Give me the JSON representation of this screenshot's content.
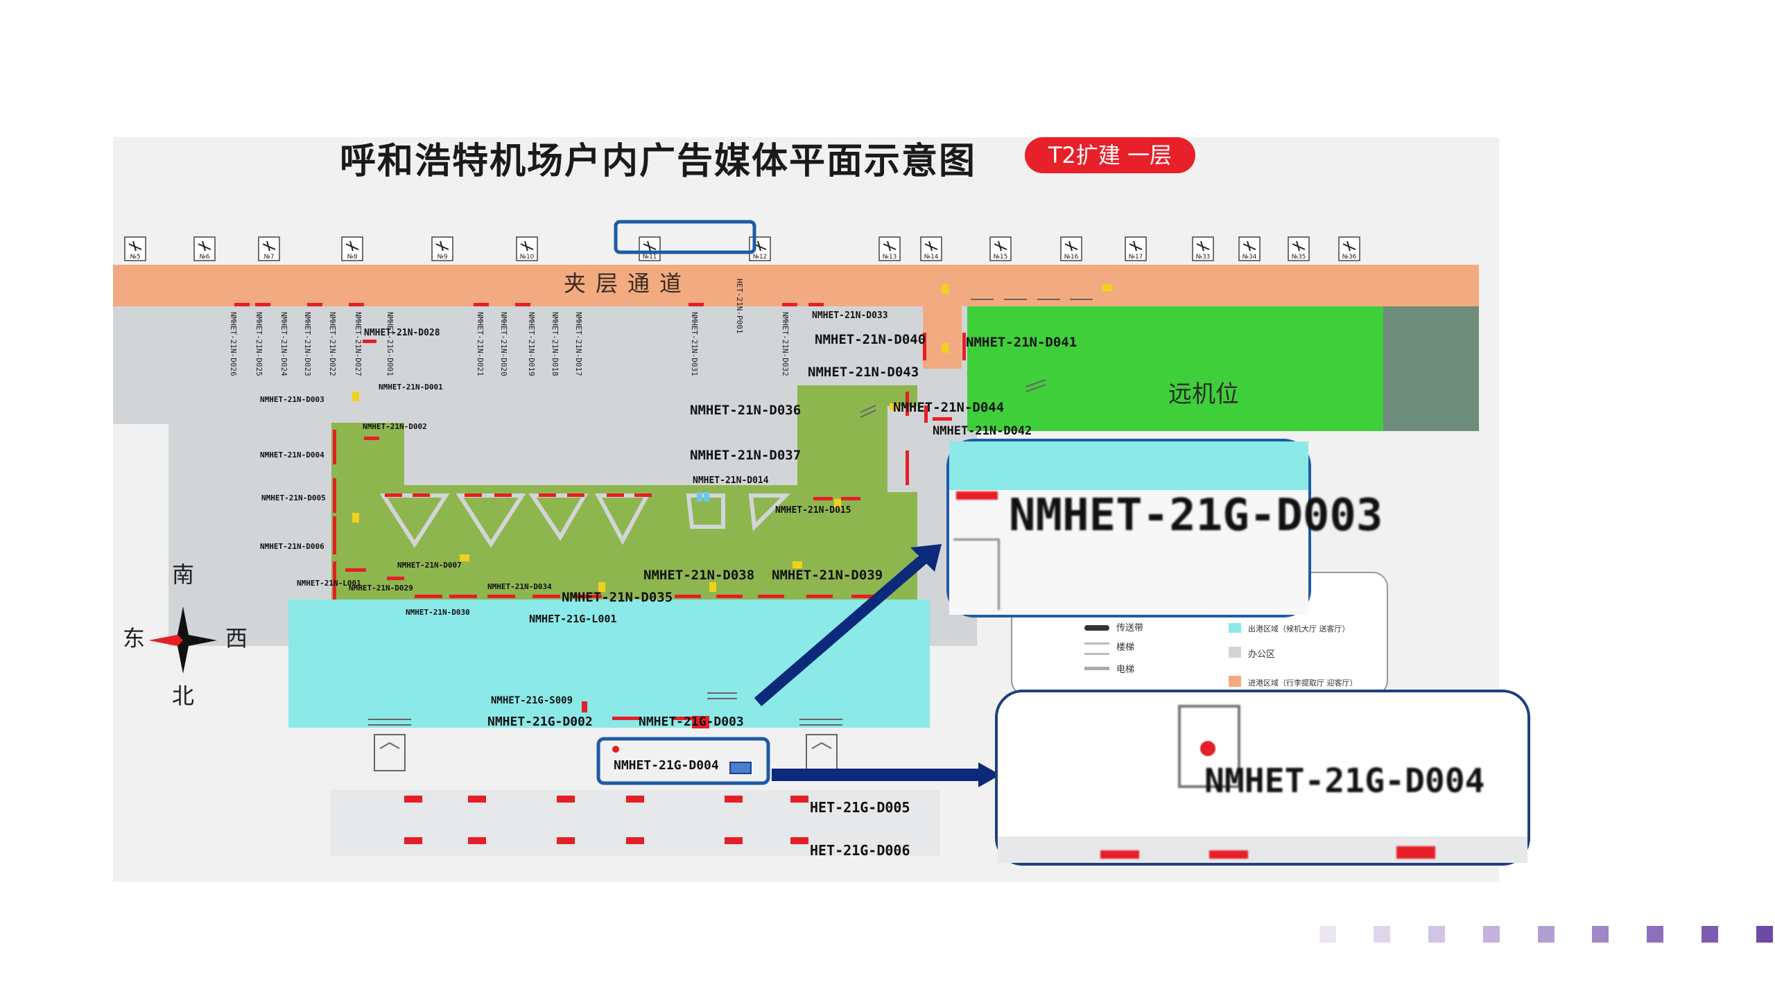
{
  "slide": {
    "title": "呼和浩特机场户内广告媒体平面示意图",
    "badge": "T2扩建 一层",
    "corridor_label": "夹层通道",
    "remote_stand_label": "远机位",
    "compass": {
      "south": "南",
      "east": "东",
      "west": "西",
      "north": "北"
    },
    "gates": [
      "№5",
      "№6",
      "№7",
      "№8",
      "№9",
      "№10",
      "№11",
      "№12",
      "№13",
      "№14",
      "№15",
      "№16",
      "№17",
      "№33",
      "№34",
      "№35",
      "№36"
    ],
    "labels": {
      "d033": "NMHET-21N-D033",
      "d040": "NMHET-21N-D040",
      "d041": "NMHET-21N-D041",
      "d043": "NMHET-21N-D043",
      "d044": "NMHET-21N-D044",
      "d042": "NMHET-21N-D042",
      "d036": "NMHET-21N-D036",
      "d037": "NMHET-21N-D037",
      "d014": "NMHET-21N-D014",
      "d015": "NMHET-21N-D015",
      "d038": "NMHET-21N-D038",
      "d039": "NMHET-21N-D039",
      "d035": "NMHET-21N-D035",
      "l001g": "NMHET-21G-L001",
      "d028": "NMHET-21N-D028",
      "d001": "NMHET-21N-D001",
      "d002": "NMHET-21N-D002",
      "d003n": "NMHET-21N-D003",
      "d004n": "NMHET-21N-D004",
      "d005n": "NMHET-21N-D005",
      "d006n": "NMHET-21N-D006",
      "l001n": "NMHET-21N-L001",
      "d029": "NMHET-21N-D029",
      "d007": "NMHET-21N-D007",
      "d030": "NMHET-21N-D030",
      "d034": "NMHET-21N-D034",
      "s009": "NMHET-21G-S009",
      "g002": "NMHET-21G-D002",
      "g003": "NMHET-21G-D003",
      "g004": "NMHET-21G-D004",
      "g005": "HET-21G-D005",
      "g006": "HET-21G-D006",
      "p001": "HET-21N-P001"
    },
    "vertical_labels": [
      "NMHET-21N-D026",
      "NMHET-21N-D025",
      "NMHET-21N-D024",
      "NMHET-21N-D023",
      "NMHET-21N-D022",
      "NMHET-21N-D027",
      "NMHET-21G-D001",
      "NMHET-21N-D021",
      "NMHET-21N-D020",
      "NMHET-21N-D019",
      "NMHET-21N-D018",
      "NMHET-21N-D017",
      "NMHET-21N-D031",
      "NMHET-21N-D032"
    ],
    "zoom_1": "NMHET-21G-D003",
    "zoom_2": "NMHET-21G-D004",
    "legend": {
      "conveyor": "传送带",
      "stairs": "楼梯",
      "elevator": "电梯",
      "departure_zone": "出港区域（候机大厅 送客厅）",
      "office": "办公区",
      "arrival_zone": "进港区域（行李提取厅 迎客厅）"
    },
    "colors": {
      "corridor": "#f2ab80",
      "gray_zone": "#d2d5d8",
      "green_zone": "#8eb64f",
      "cyan_zone": "#8be9e8",
      "remote_green": "#3fcf3a",
      "ad_red": "#e61e26",
      "callout_blue": "#1e5aa8",
      "arrow_navy": "#0d2a7a"
    }
  }
}
